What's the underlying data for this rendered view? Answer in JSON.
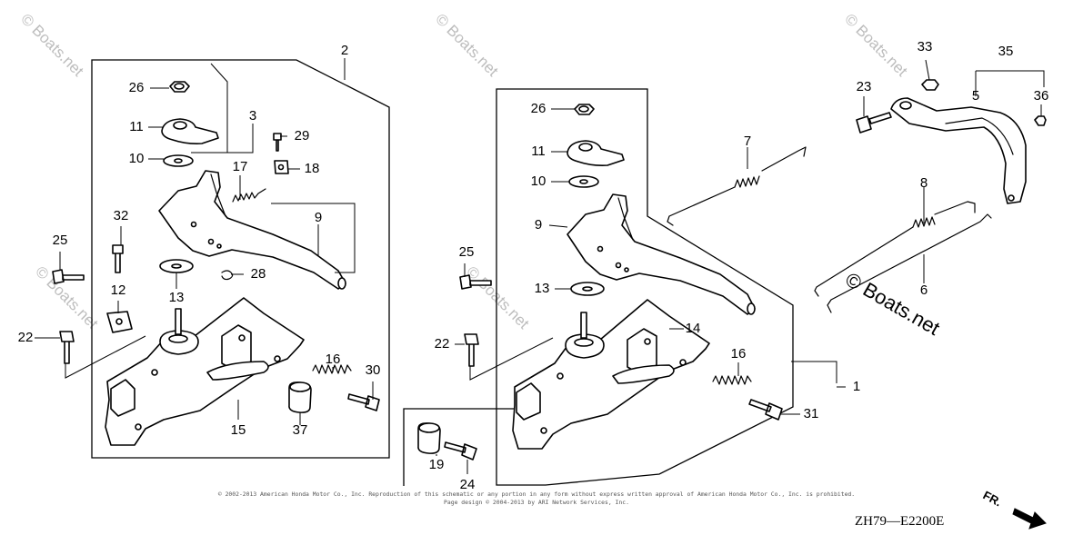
{
  "callouts": {
    "c2": "2",
    "c3": "3",
    "c26a": "26",
    "c11a": "11",
    "c10a": "10",
    "c29": "29",
    "c17": "17",
    "c18": "18",
    "c9a": "9",
    "c32": "32",
    "c25a": "25",
    "c12": "12",
    "c13a": "13",
    "c28": "28",
    "c22a": "22",
    "c16a": "16",
    "c30": "30",
    "c15": "15",
    "c37": "37",
    "c26b": "26",
    "c11b": "11",
    "c10b": "10",
    "c9b": "9",
    "c25b": "25",
    "c13b": "13",
    "c22b": "22",
    "c14": "14",
    "c16b": "16",
    "c31": "31",
    "c1": "1",
    "c19": "19",
    "c24": "24",
    "c7": "7",
    "c8": "8",
    "c6": "6",
    "c33": "33",
    "c35": "35",
    "c23": "23",
    "c5": "5",
    "c36": "36"
  },
  "watermarks": {
    "w1": "© Boats.net",
    "w2": "© Boats.net",
    "w3": "© Boats.net",
    "w4": "© Boats.net",
    "w5": "© Boats.net",
    "big": "© Boats.net"
  },
  "copyright_line1": "© 2002-2013 American Honda Motor Co., Inc. Reproduction of this schematic or any portion in any form without express written approval of American Honda Motor Co., Inc. is prohibited.",
  "copyright_line2": "Page design © 2004-2013 by ARI Network Services, Inc.",
  "diagram_code": "ZH79—E2200E",
  "direction_label": "FR."
}
